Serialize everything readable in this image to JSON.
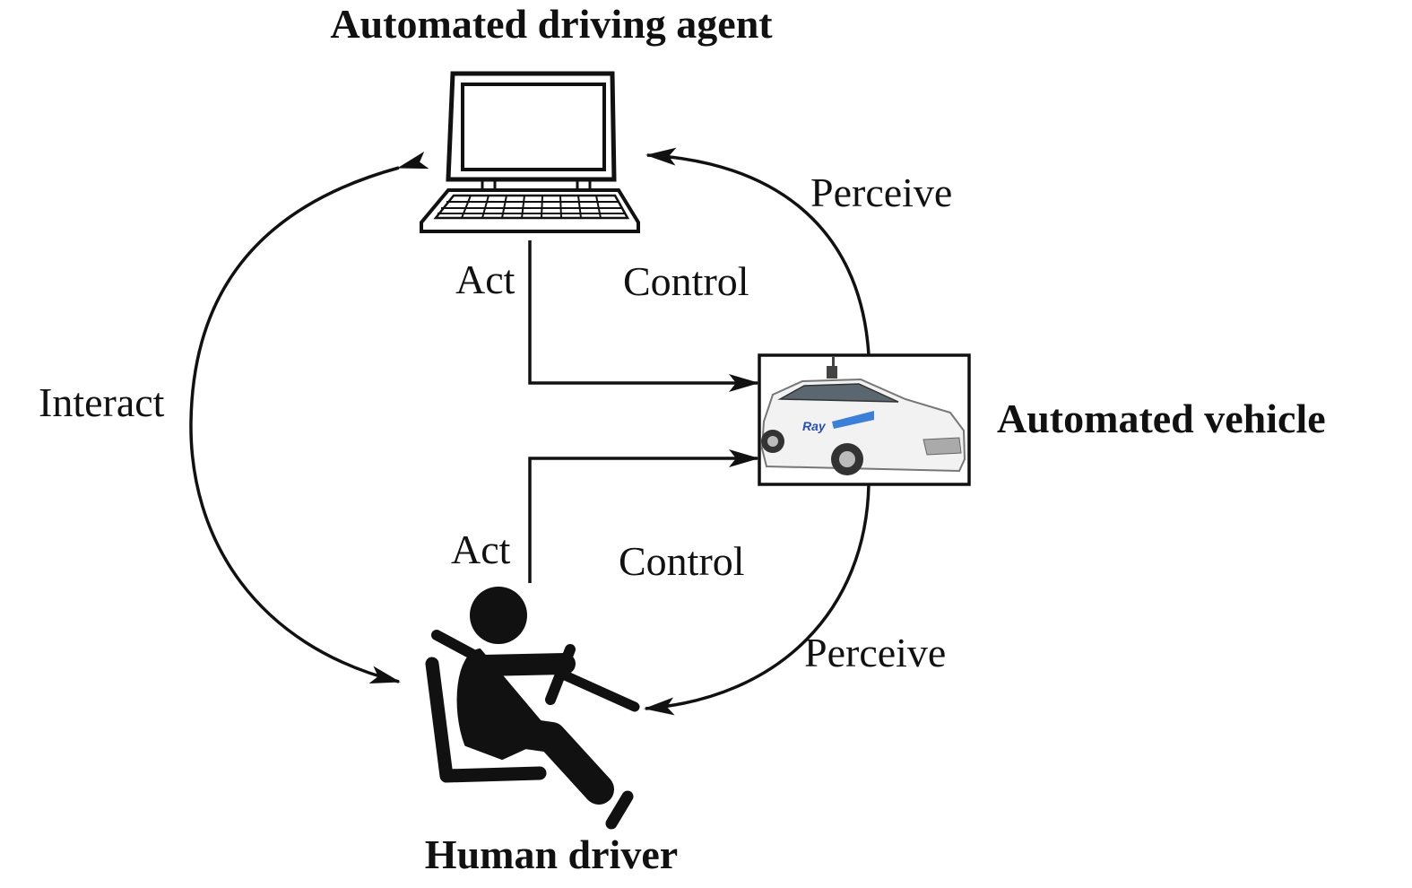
{
  "nodes": {
    "agent": {
      "label": "Automated driving agent",
      "icon": "laptop-icon"
    },
    "vehicle": {
      "label": "Automated vehicle",
      "icon": "car-photo",
      "badge": "Ray"
    },
    "driver": {
      "label": "Human driver",
      "icon": "seated-driver-icon"
    }
  },
  "edges": {
    "agent_act": "Act",
    "agent_control": "Control",
    "vehicle_to_agent_perceive": "Perceive",
    "driver_act": "Act",
    "driver_control": "Control",
    "vehicle_to_driver_perceive": "Perceive",
    "interact": "Interact"
  },
  "colors": {
    "ink": "#111111",
    "car_body": "#f2f2f2",
    "car_stripe": "#3b7fd6"
  }
}
